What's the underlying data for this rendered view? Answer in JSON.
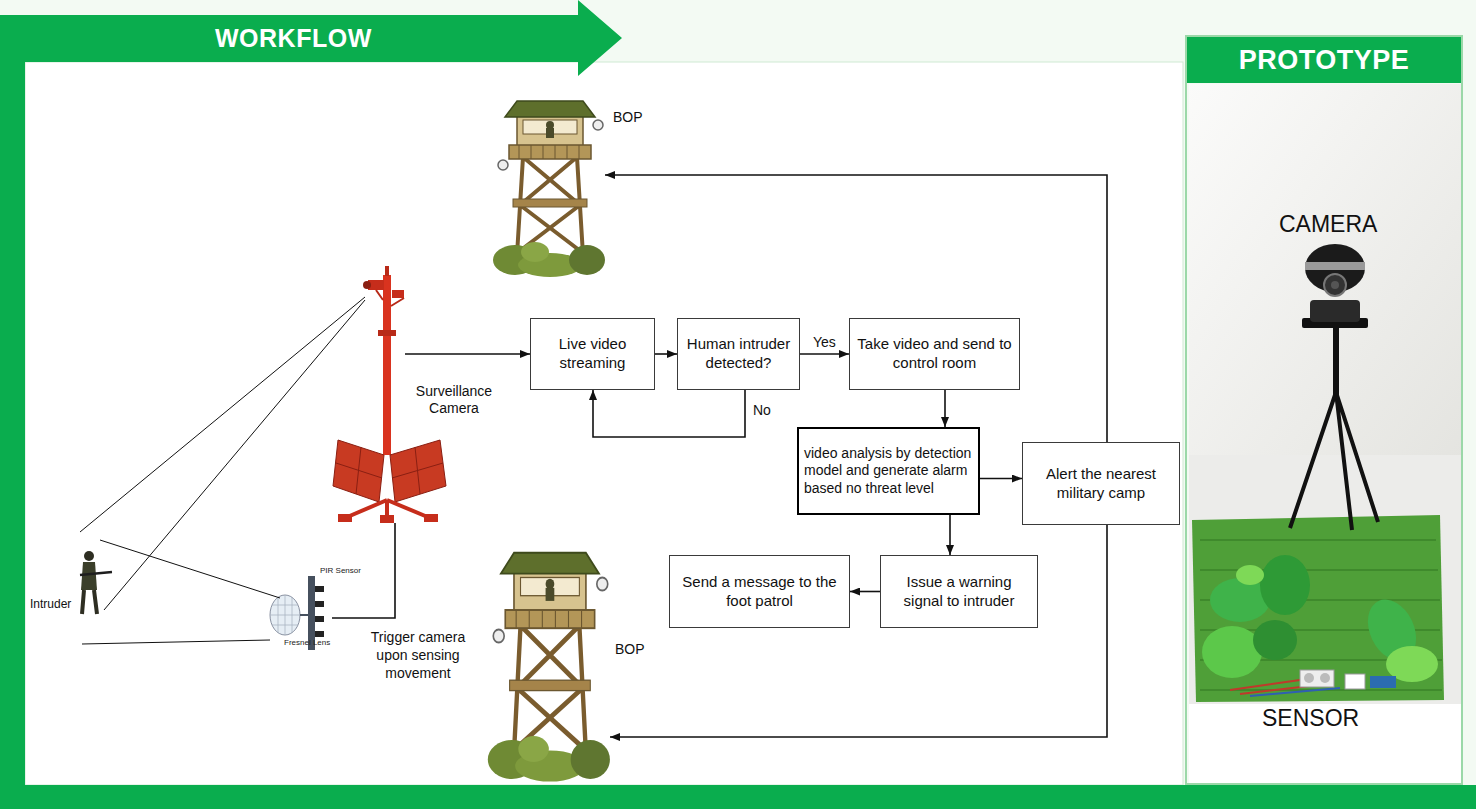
{
  "diagram": {
    "nodes": [
      {
        "text": [
          "WORKFLOW"
        ]
      },
      {
        "text": [
          "BOP"
        ],
        "in": 0
      },
      {
        "text": [
          "Surveillance Camera"
        ],
        "in": 0
      },
      {
        "text": [
          "Live video streaming"
        ],
        "in": 0
      },
      {
        "text": [
          "Human intruder detected?"
        ],
        "in": 0
      },
      {
        "text": [
          "Take video and send to control room"
        ],
        "in": 0
      },
      {
        "text": [
          "video analysis by detection model and generate alarm based no threat level"
        ],
        "in": 0
      },
      {
        "text": [
          "Alert the nearest military camp"
        ],
        "in": 0
      },
      {
        "text": [
          "PIR Sensor",
          "Fresnel Lens"
        ],
        "in": 0
      },
      {
        "text": [
          "Send a message to the foot patrol"
        ],
        "in": 0
      },
      {
        "text": [
          "Issue a warning signal to intruder"
        ],
        "in": 0
      },
      {
        "text": [
          "BOP"
        ],
        "in": 0
      },
      {
        "text": [
          "PROTOTYPE"
        ]
      }
    ],
    "edges": [
      {
        "from": 2,
        "to": 3,
        "arrow": "to"
      },
      {
        "from": 3,
        "to": 4,
        "arrow": "to"
      },
      {
        "from": 4,
        "to": 5,
        "label": "Yes",
        "arrow": "to"
      },
      {
        "from": 4,
        "to": 3,
        "label": "No",
        "arrow": "to"
      },
      {
        "from": 5,
        "to": 6,
        "arrow": "to"
      },
      {
        "from": 6,
        "to": 7,
        "arrow": "to"
      },
      {
        "from": 6,
        "to": 10,
        "arrow": "to"
      },
      {
        "from": 10,
        "to": 9,
        "arrow": "to"
      },
      {
        "from": 7,
        "to": 1,
        "arrow": "to"
      },
      {
        "from": 7,
        "to": 11,
        "arrow": "to"
      },
      {
        "from": 8,
        "to": 2,
        "label": "Trigger camera upon sensing movement",
        "arrow": "none"
      }
    ],
    "labels": [
      "Intruder",
      "CAMERA",
      "SENSOR"
    ]
  }
}
